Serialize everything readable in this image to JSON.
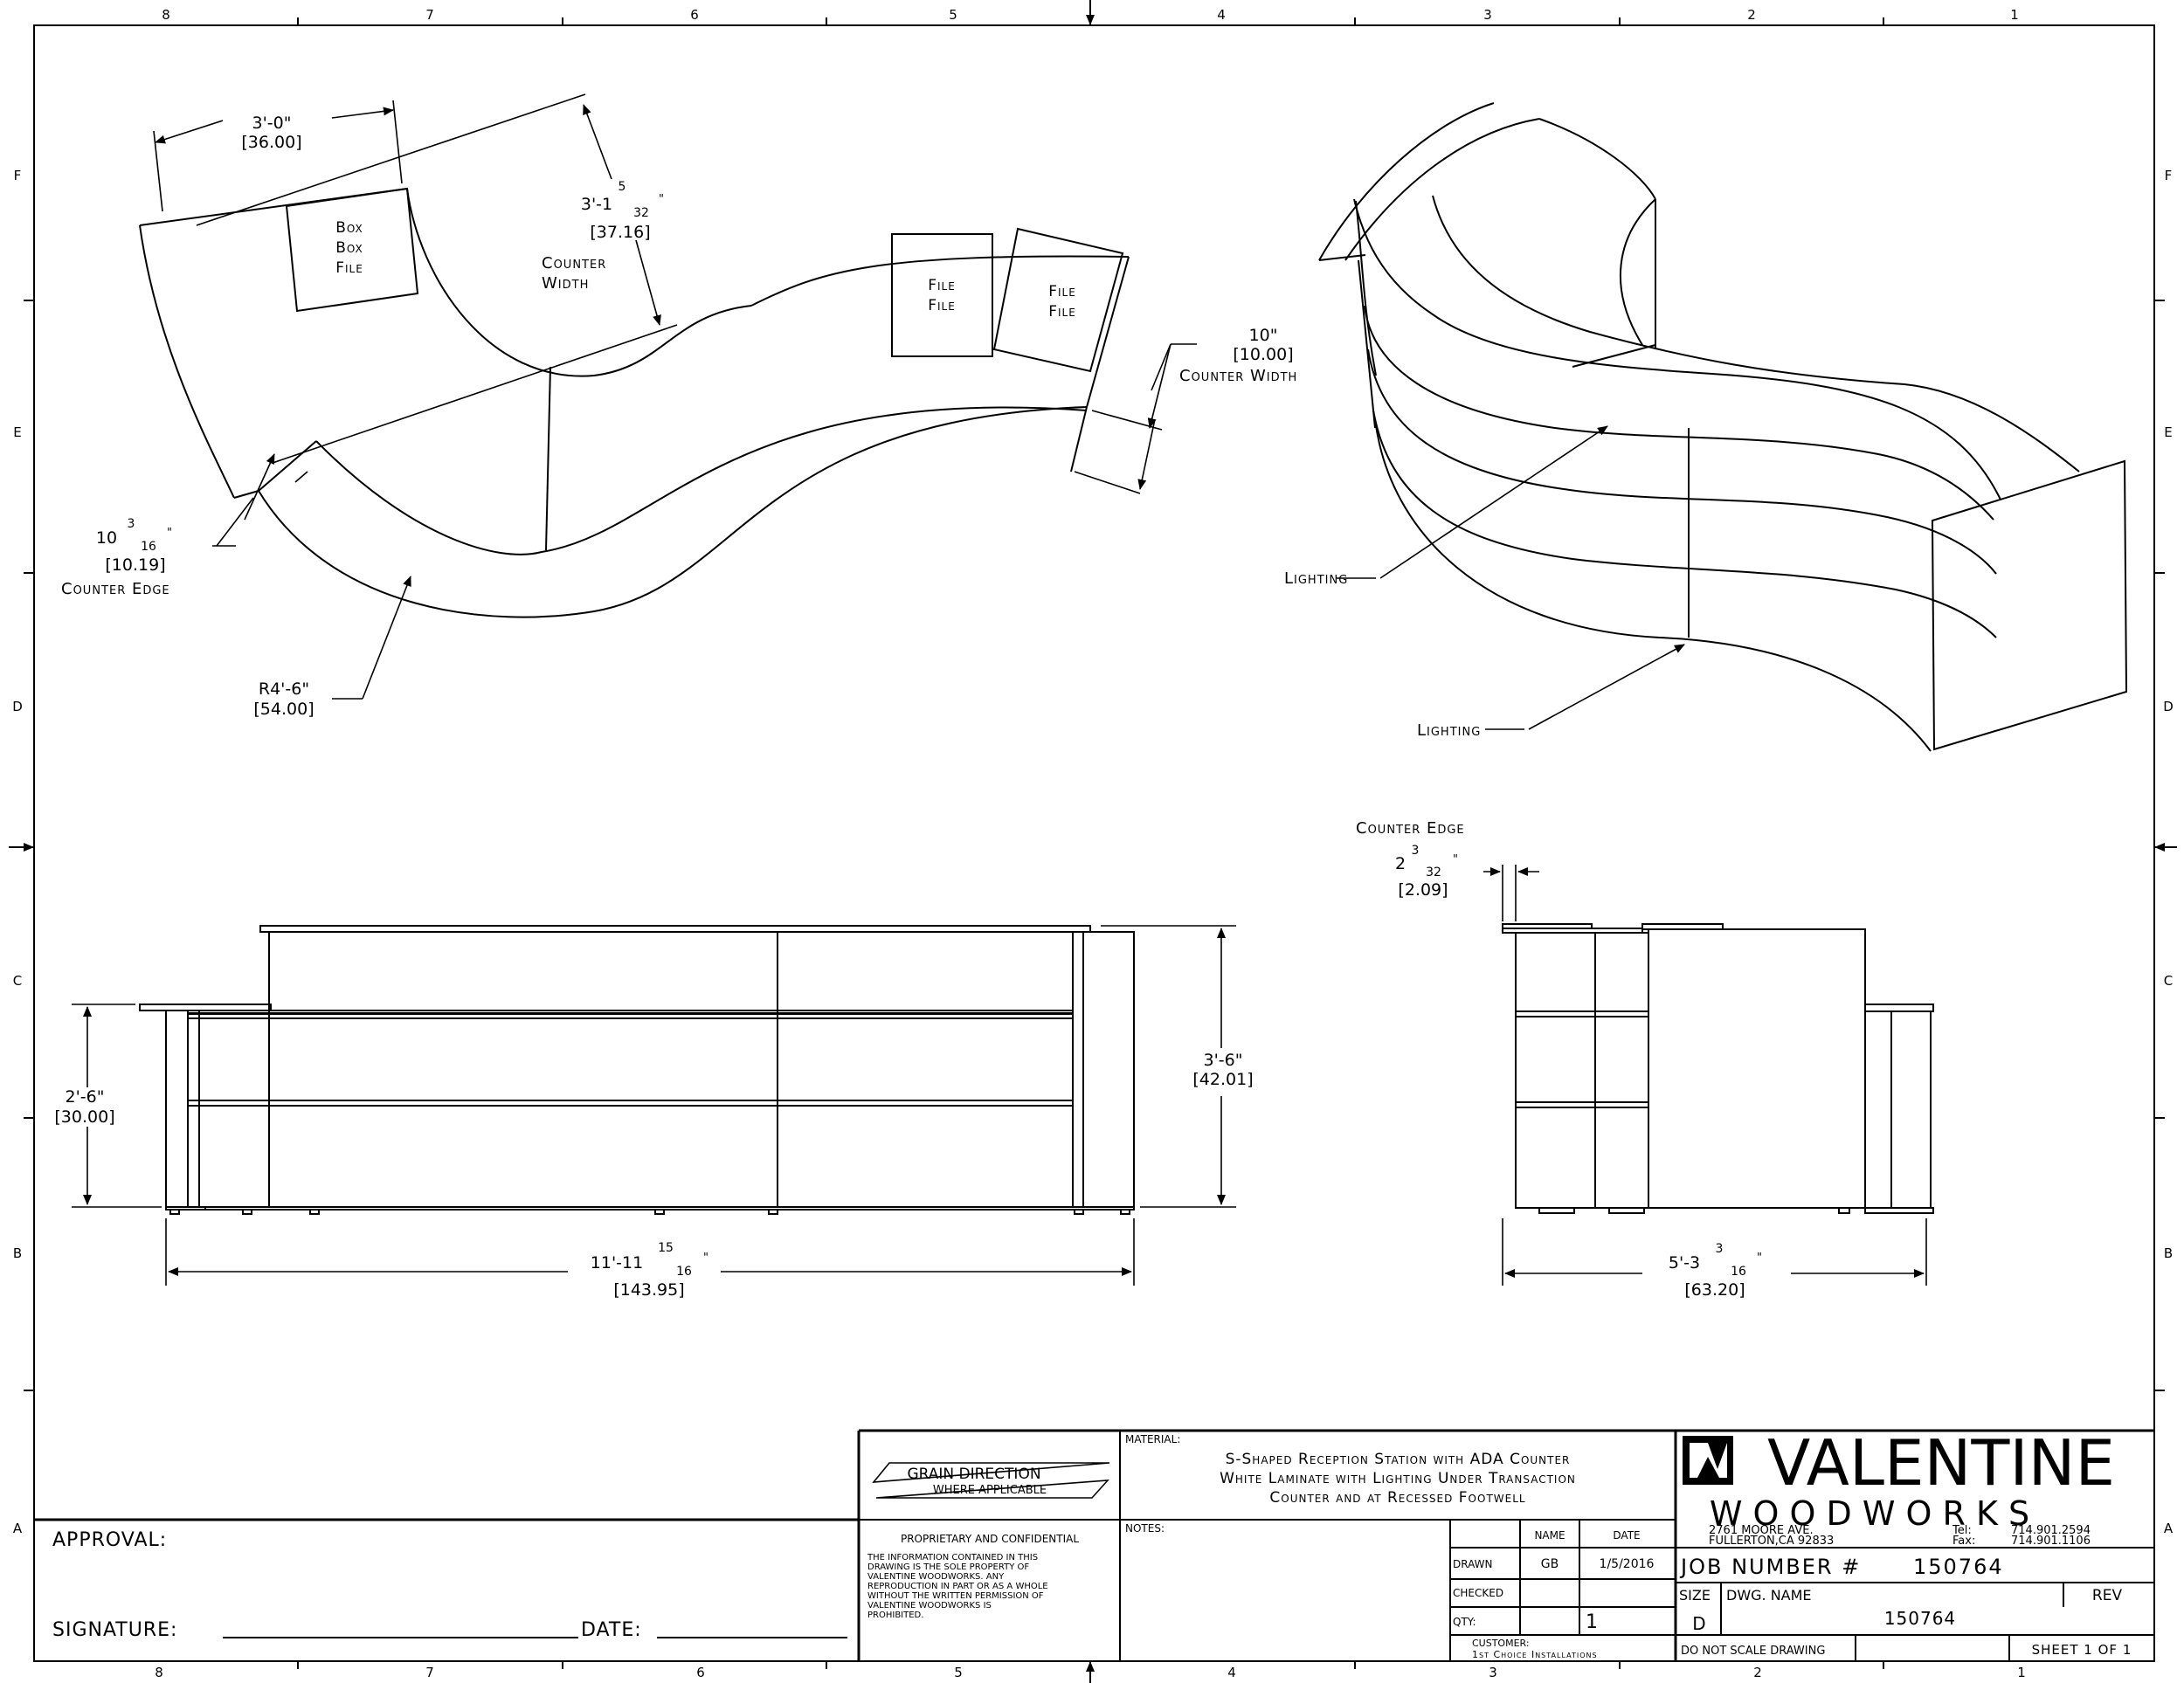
{
  "zones": {
    "columns": [
      "8",
      "7",
      "6",
      "5",
      "4",
      "3",
      "2",
      "1"
    ],
    "rows": [
      "F",
      "E",
      "D",
      "C",
      "B",
      "A"
    ]
  },
  "plan_view": {
    "dim_36": {
      "ft": "3'-0\"",
      "in": "[36.00]"
    },
    "dim_3716": {
      "ft": "3'-1",
      "num": "5",
      "den": "32",
      "mark": "\"",
      "in": "[37.16]"
    },
    "counter_width_label_1": "Counter",
    "counter_width_label_2": "Width",
    "box_file": [
      "Box",
      "Box",
      "File"
    ],
    "file_file_1": [
      "File",
      "File"
    ],
    "file_file_2": [
      "File",
      "File"
    ],
    "dim_10": {
      "ft": "10\"",
      "in": "[10.00]",
      "label": "Counter Width"
    },
    "dim_1019": {
      "ft": "10",
      "num": "3",
      "den": "16",
      "mark": "\"",
      "in": "[10.19]",
      "label": "Counter Edge"
    },
    "dim_r54": {
      "ft": "R4'-6\"",
      "in": "[54.00]"
    }
  },
  "iso_view": {
    "lighting_1": "Lighting",
    "lighting_2": "Lighting"
  },
  "front_view": {
    "dim_30": {
      "ft": "2'-6\"",
      "in": "[30.00]"
    },
    "dim_42": {
      "ft": "3'-6\"",
      "in": "[42.01]"
    },
    "dim_143": {
      "ft": "11'-11",
      "num": "15",
      "den": "16",
      "mark": "\"",
      "in": "[143.95]"
    }
  },
  "side_view": {
    "edge_label": "Counter Edge",
    "dim_209": {
      "ft": "2",
      "num": "3",
      "den": "32",
      "mark": "\"",
      "in": "[2.09]"
    },
    "dim_6320": {
      "ft": "5'-3",
      "num": "3",
      "den": "16",
      "mark": "\"",
      "in": "[63.20]"
    }
  },
  "title_block": {
    "approval": "APPROVAL:",
    "signature": "SIGNATURE:",
    "date": "DATE:",
    "grain_direction": "GRAIN DIRECTION",
    "where_applicable": "WHERE APPLICABLE",
    "proprietary_title": "PROPRIETARY AND CONFIDENTIAL",
    "proprietary_lines": [
      "THE INFORMATION CONTAINED IN THIS",
      "DRAWING IS THE SOLE PROPERTY OF",
      "VALENTINE WOODWORKS.  ANY",
      "REPRODUCTION IN PART OR AS A WHOLE",
      "WITHOUT THE WRITTEN PERMISSION OF",
      "VALENTINE WOODWORKS IS",
      "PROHIBITED."
    ],
    "material_label": "MATERIAL:",
    "material_lines": [
      "S-Shaped Reception Station with ADA Counter",
      "White Laminate with Lighting Under Transaction",
      "Counter and at Recessed Footwell"
    ],
    "notes_label": "NOTES:",
    "col_name": "NAME",
    "col_date": "DATE",
    "drawn_label": "DRAWN",
    "drawn_name": "GB",
    "drawn_date": "1/5/2016",
    "checked_label": "CHECKED",
    "qty_label": "QTY:",
    "qty_value": "1",
    "customer_label": "CUSTOMER:",
    "customer_value": "1st Choice Installations",
    "company_line1": "VALENTINE",
    "company_line2": "W O O D W O R K S",
    "address_1": "2761 MOORE AVE.",
    "address_2": "FULLERTON,CA 92833",
    "tel_label": "Tel:",
    "tel_value": "714.901.2594",
    "fax_label": "Fax:",
    "fax_value": "714.901.1106",
    "job_number_label": "JOB NUMBER #",
    "job_number": "150764",
    "size_label": "SIZE",
    "size_value": "D",
    "dwg_name_label": "DWG.  NAME",
    "dwg_name": "150764",
    "rev_label": "REV",
    "do_not_scale": "DO NOT SCALE DRAWING",
    "sheet": "SHEET 1 OF 1"
  }
}
